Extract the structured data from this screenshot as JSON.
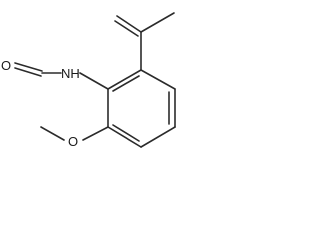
{
  "structure": {
    "atom_labels": {
      "formyl_oxygen": "O",
      "amide_nitrogen": "NH",
      "methoxy_oxygen": "O"
    }
  }
}
